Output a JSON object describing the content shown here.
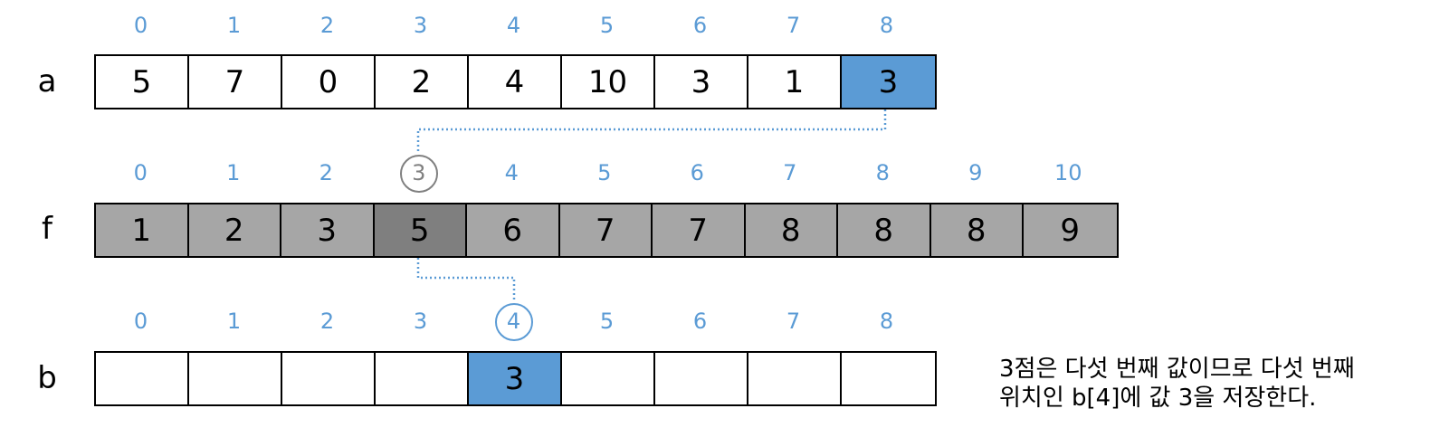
{
  "arrays": {
    "a": {
      "label": "a",
      "indices": [
        "0",
        "1",
        "2",
        "3",
        "4",
        "5",
        "6",
        "7",
        "8"
      ],
      "values": [
        "5",
        "7",
        "0",
        "2",
        "4",
        "10",
        "3",
        "1",
        "3"
      ],
      "highlight_index": 8
    },
    "f": {
      "label": "f",
      "indices": [
        "0",
        "1",
        "2",
        "3",
        "4",
        "5",
        "6",
        "7",
        "8",
        "9",
        "10"
      ],
      "values": [
        "1",
        "2",
        "3",
        "5",
        "6",
        "7",
        "7",
        "8",
        "8",
        "8",
        "9"
      ],
      "highlight_index": 3,
      "circled_index": 3
    },
    "b": {
      "label": "b",
      "indices": [
        "0",
        "1",
        "2",
        "3",
        "4",
        "5",
        "6",
        "7",
        "8"
      ],
      "values": [
        "",
        "",
        "",
        "",
        "3",
        "",
        "",
        "",
        ""
      ],
      "highlight_index": 4,
      "circled_index": 4
    }
  },
  "note": {
    "line1": "3점은 다섯 번째 값이므로 다섯 번째",
    "line2": "위치인 b[4]에 값 3을 저장한다."
  },
  "colors": {
    "index_blue": "#5b9bd5",
    "highlight_blue": "#5b9bd5",
    "f_gray": "#a6a6a6",
    "f_dark": "#7f7f7f",
    "circle_gray": "#808080"
  }
}
